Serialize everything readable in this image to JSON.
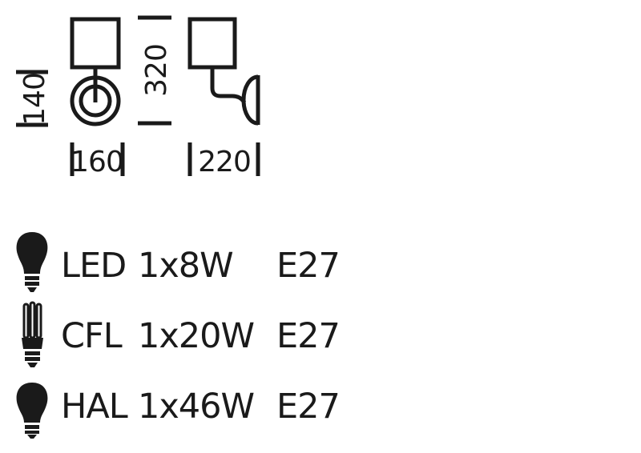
{
  "dimensions": {
    "depth_front": "140",
    "width": "160",
    "height": "320",
    "depth_side": "220"
  },
  "bulb_rows": [
    {
      "icon": "led-bulb-icon",
      "type": "LED",
      "power": "1x8W",
      "socket": "E27"
    },
    {
      "icon": "cfl-bulb-icon",
      "type": "CFL",
      "power": "1x20W",
      "socket": "E27"
    },
    {
      "icon": "halogen-bulb-icon",
      "type": "HAL",
      "power": "1x46W",
      "socket": "E27"
    }
  ],
  "colors": {
    "ink": "#1a1a1a",
    "background": "#ffffff"
  }
}
